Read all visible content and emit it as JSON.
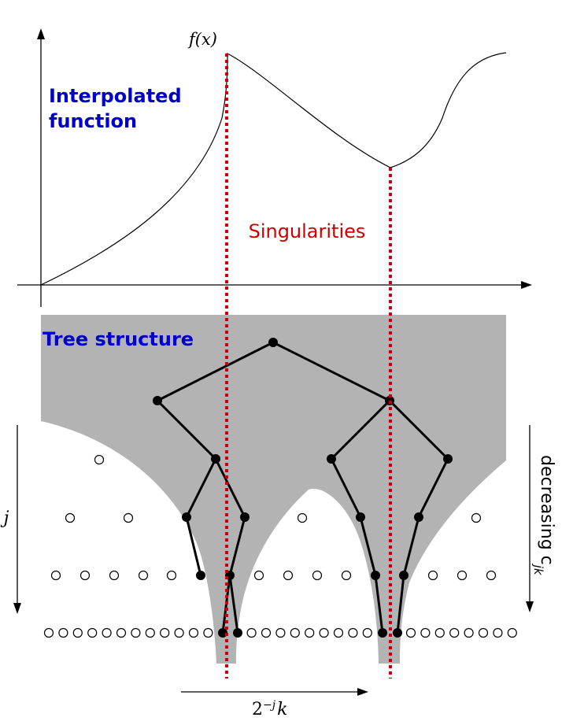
{
  "labels": {
    "fx": "f(x)",
    "interpolated_line1": "Interpolated",
    "interpolated_line2": "function",
    "singularities": "Singularities",
    "tree_structure": "Tree structure",
    "j_axis": "j",
    "decreasing": "decreasing c",
    "decreasing_sub": "jk",
    "x_axis_base": "2",
    "x_axis_exp": "−j",
    "x_axis_k": "k"
  },
  "colors": {
    "title_blue": "#0000cc",
    "singularity_red": "#cc0000",
    "tree_fill": "#b3b3b3",
    "ink": "#000000"
  }
}
